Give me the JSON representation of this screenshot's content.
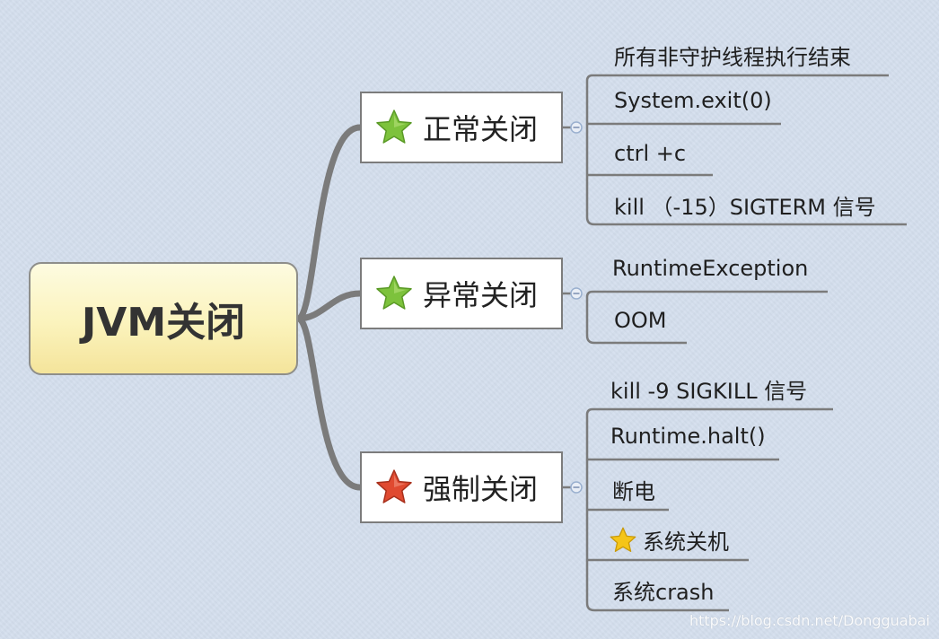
{
  "diagram": {
    "root": {
      "label": "JVM关闭"
    },
    "branches": [
      {
        "label": "正常关闭",
        "star_color": "#7dc23c",
        "children": [
          {
            "label": "所有非守护线程执行结束"
          },
          {
            "label": "System.exit(0)"
          },
          {
            "label": "ctrl +c"
          },
          {
            "label": "kill （-15）SIGTERM 信号"
          }
        ]
      },
      {
        "label": "异常关闭",
        "star_color": "#7dc23c",
        "children": [
          {
            "label": "RuntimeException"
          },
          {
            "label": "OOM"
          }
        ]
      },
      {
        "label": "强制关闭",
        "star_color": "#e04a30",
        "children": [
          {
            "label": "kill -9 SIGKILL 信号"
          },
          {
            "label": "Runtime.halt()"
          },
          {
            "label": "断电"
          },
          {
            "label": "系统关机",
            "icon": "yellow-star-icon"
          },
          {
            "label": "系统crash"
          }
        ]
      }
    ]
  },
  "colors": {
    "background": "#d3deed",
    "connector": "#7b7b7b",
    "green_star": "#7dc23c",
    "red_star": "#e04a30",
    "yellow_star": "#f5c518"
  },
  "watermark": "https://blog.csdn.net/Dongguabai"
}
